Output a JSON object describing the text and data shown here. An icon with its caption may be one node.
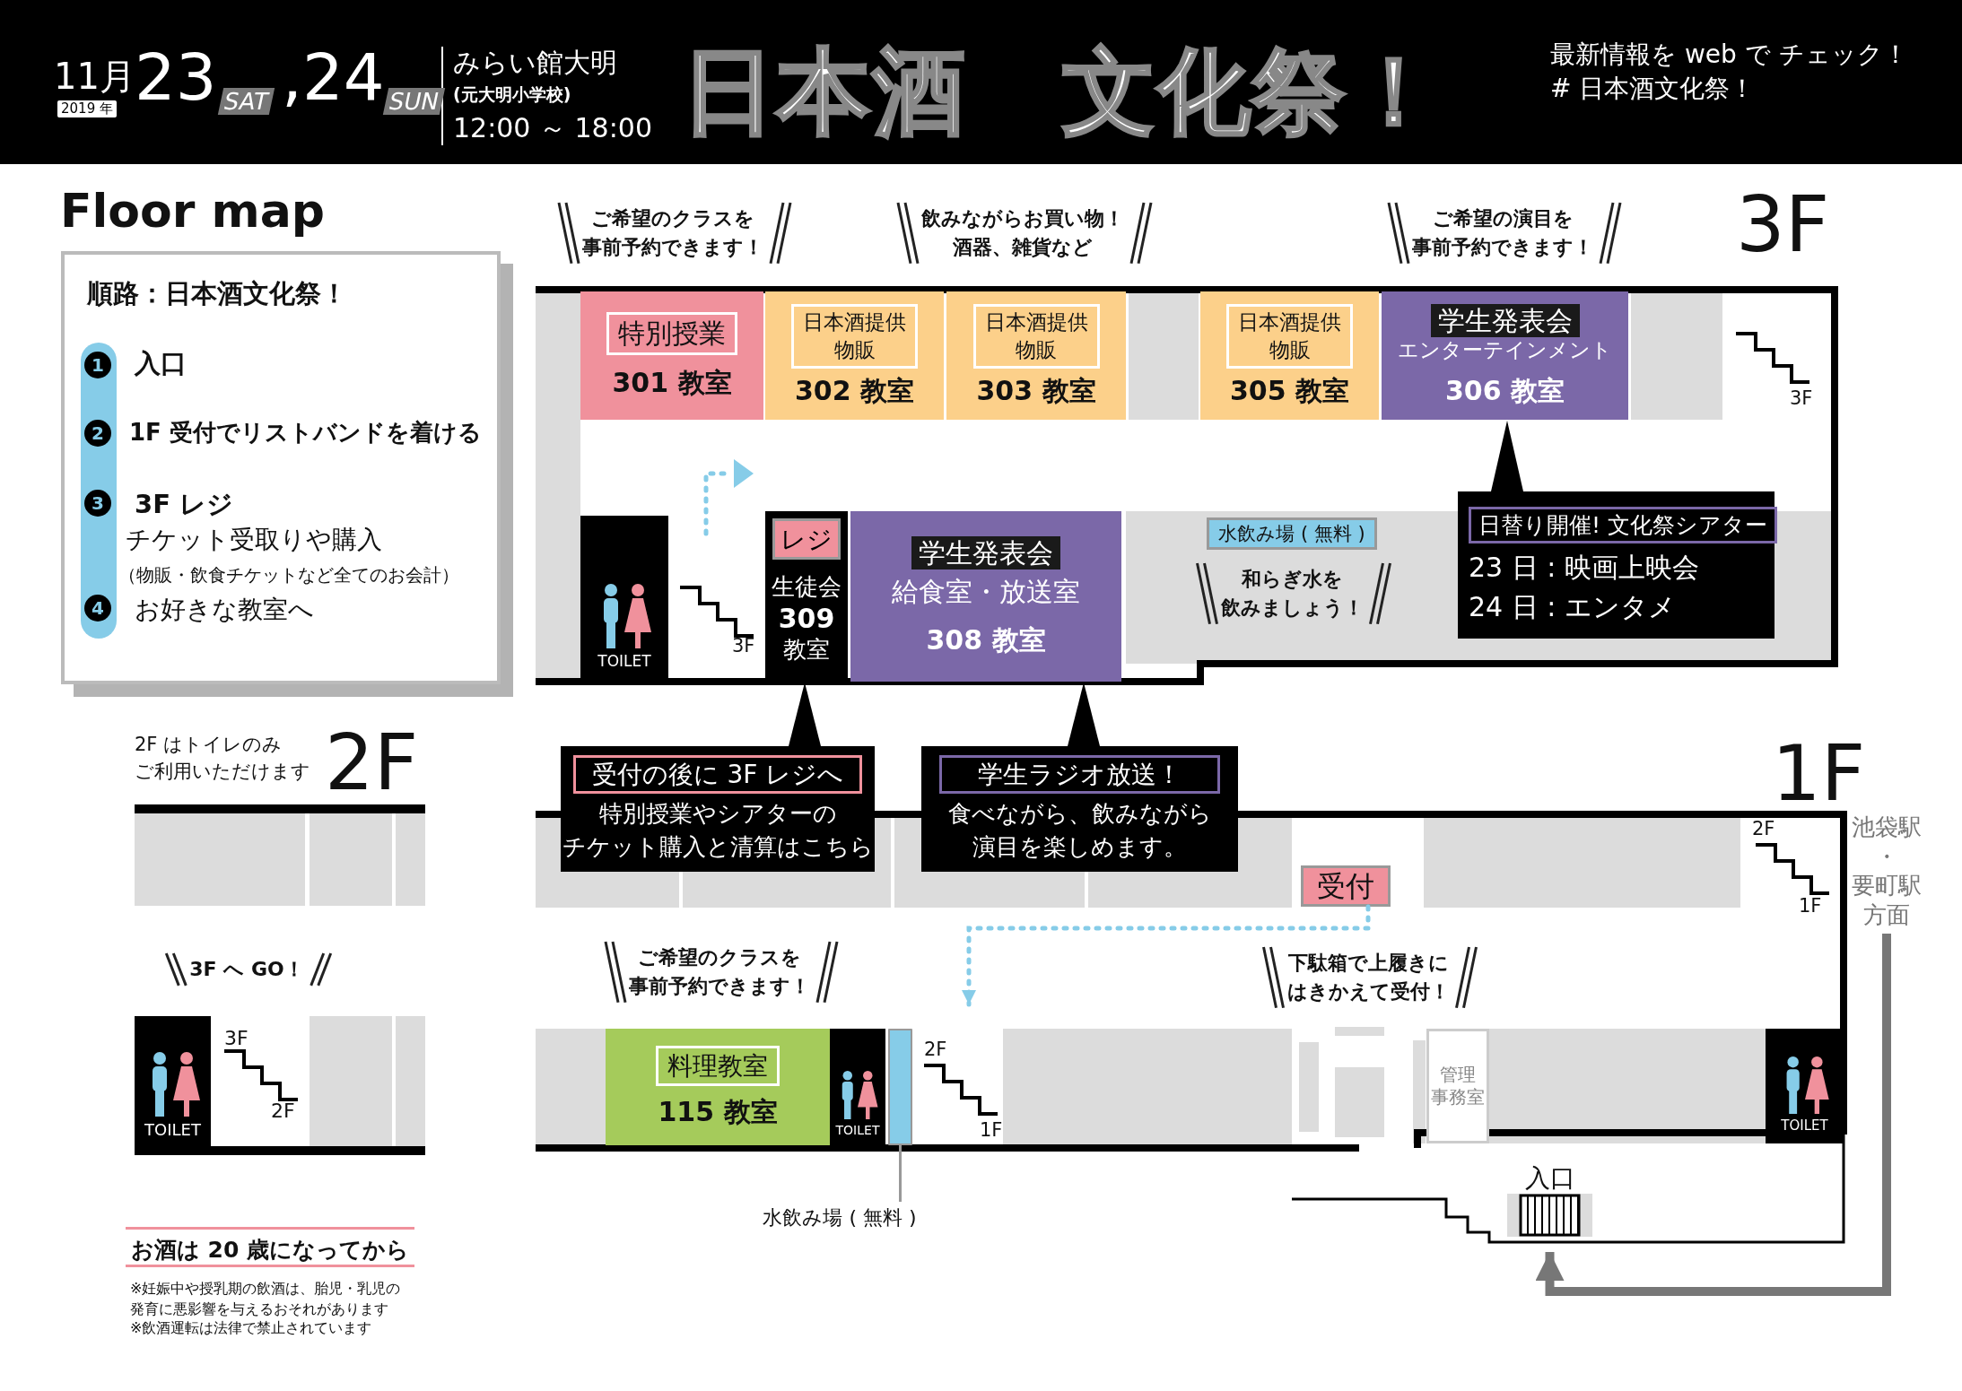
{
  "diagram": {
    "title": "日本酒　文化祭！",
    "nodes": [
      {
        "text": [
          "順路：日本酒文化祭！",
          "入口",
          "1F 受付でリストバンドを着ける",
          "3F レジ",
          "チケット受取りや購入",
          "（物販・飲食チケットなど全てのお会計）",
          "お好きな教室へ"
        ]
      },
      {
        "text": [
          "特別授業",
          "301 教室"
        ]
      },
      {
        "text": [
          "日本酒提供物販",
          "302 教室"
        ]
      },
      {
        "text": [
          "日本酒提供物販",
          "303 教室"
        ]
      },
      {
        "text": [
          "日本酒提供物販",
          "305 教室"
        ]
      },
      {
        "text": [
          "学生発表会",
          "エンターテインメント",
          "306 教室"
        ]
      },
      {
        "text": [
          "日替り開催! 文化祭シアター",
          "23 日 : 映画上映会",
          "24 日 : エンタメ"
        ]
      },
      {
        "text": [
          "TOILET"
        ]
      },
      {
        "text": [
          "生徒会",
          "309",
          "教室"
        ]
      },
      {
        "text": [
          "レジ"
        ],
        "in": 8
      },
      {
        "text": [
          "学生発表会",
          "給食室・放送室",
          "308 教室"
        ]
      },
      {
        "text": [
          "水飲み場 ( 無料 )"
        ]
      },
      {
        "text": [
          "受付の後に 3F レジへ",
          "特別授業やシアターのチケット購入と清算はこちら"
        ]
      },
      {
        "text": [
          "学生ラジオ放送！",
          "食べながら、飲みながら演目を楽しめます。"
        ]
      },
      {
        "text": [
          "受付"
        ]
      },
      {
        "text": [
          "料理教室",
          "115 教室"
        ]
      },
      {
        "text": [
          "TOILET"
        ]
      },
      {
        "text": [],
        "shape": "bar"
      },
      {
        "text": [
          "水飲み場 ( 無料 )"
        ]
      },
      {
        "text": [
          "管理",
          "事務室"
        ]
      },
      {
        "text": [
          "TOILET"
        ]
      },
      {
        "text": [
          "入口"
        ]
      },
      {
        "text": [
          "池袋駅",
          "・",
          "要町駅方面"
        ]
      },
      {
        "text": [
          "TOILET"
        ]
      }
    ],
    "edges": [
      {
        "from": 6,
        "to": 5,
        "arrow": "to"
      },
      {
        "from": 12,
        "to": 8,
        "arrow": "to"
      },
      {
        "from": 13,
        "to": 10,
        "arrow": "to"
      },
      {
        "from": 18,
        "to": 17,
        "arrow": "none",
        "color": "#999999"
      },
      {
        "from": 14,
        "to": null,
        "arrow": "to",
        "style": "dashed",
        "color": "#86cce8"
      },
      {
        "from": 22,
        "to": 21,
        "arrow": "to",
        "style": "thick",
        "color": "#777777"
      }
    ],
    "labels": [
      "11月",
      "2019 年",
      "23",
      "SAT",
      ",24",
      "SUN",
      "みらい館大明",
      "(元大明小学校)",
      "12:00 ～ 18:00",
      "最新情報を web で チェック！",
      "# 日本酒文化祭！",
      "Floor map",
      "1",
      "2",
      "3",
      "4",
      "ご希望のクラスを事前予約できます！",
      "飲みながらお買い物！酒器、雑貨など",
      "ご希望の演目を事前予約できます！",
      "3F",
      "3F",
      "3F",
      "和らぎ水を飲みましょう！",
      "2F はトイレのみご利用いただけます",
      "2F",
      "3F へ GO！",
      "3F",
      "2F",
      "1F",
      "2F",
      "1F",
      "ご希望のクラスを事前予約できます！",
      "下駄箱で上履きにはきかえて受付！",
      "2F",
      "1F",
      "お酒は 20 歳になってから",
      "※妊娠中や授乳期の飲酒は、胎児・乳児の発育に悪影響を与えるおそれがあります",
      "※飲酒運転は法律で禁止されています"
    ]
  }
}
